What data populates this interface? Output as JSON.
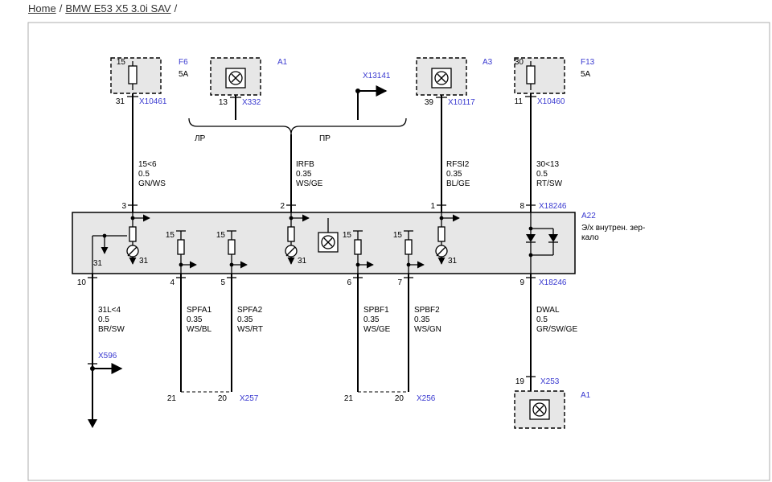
{
  "page": {
    "breadcrumb": {
      "items": [
        "Home",
        "BMW E53 X5 3.0i SAV"
      ],
      "separator": "/"
    }
  },
  "colors": {
    "link_blue": "#3a3ad0",
    "box_fill": "#e7e7e7",
    "wire": "#000000"
  },
  "diagram": {
    "f6": {
      "id": "F6",
      "terminal": "15",
      "rating": "5A",
      "pin": "31",
      "connector": "X10461"
    },
    "a1_top": {
      "id": "A1",
      "pin": "13",
      "connector": "X332"
    },
    "x13141": {
      "label": "X13141"
    },
    "variants": {
      "left": "Л̃Р",
      "right": "П̃Р"
    },
    "a3": {
      "id": "A3",
      "pin": "39",
      "connector": "X10117"
    },
    "f13": {
      "id": "F13",
      "terminal": "30",
      "rating": "5A",
      "pin": "11",
      "connector": "X10460"
    },
    "wires_top": [
      {
        "pin": "3",
        "label": "15<6",
        "gauge": "0.5",
        "color": "GN/WS"
      },
      {
        "pin": "2",
        "label": "IRFB",
        "gauge": "0.35",
        "color": "WS/GE"
      },
      {
        "pin": "1",
        "label": "RFSI2",
        "gauge": "0.35",
        "color": "BL/GE"
      },
      {
        "pin": "8",
        "label": "30<13",
        "gauge": "0.5",
        "color": "RT/SW"
      }
    ],
    "a22": {
      "id": "A22",
      "name_line1": "Э/х внутрен. зер-",
      "name_line2": "кало",
      "top_connector": "X18246",
      "bottom_connector": "X18246",
      "resistor_labels": [
        "15",
        "15",
        "15",
        "15"
      ],
      "ground_labels": [
        "31",
        "31",
        "31",
        "31"
      ]
    },
    "wires_bottom": [
      {
        "box_pin": "10",
        "label": "31L<4",
        "gauge": "0.5",
        "color": "BR/SW",
        "connector": "X596"
      },
      {
        "box_pin": "4",
        "label": "SPFA1",
        "gauge": "0.35",
        "color": "WS/BL",
        "end_pin": "21"
      },
      {
        "box_pin": "5",
        "label": "SPFA2",
        "gauge": "0.35",
        "color": "WS/RT",
        "end_pin": "20",
        "connector": "X257"
      },
      {
        "box_pin": "6",
        "label": "SPBF1",
        "gauge": "0.35",
        "color": "WS/GE",
        "end_pin": "21"
      },
      {
        "box_pin": "7",
        "label": "SPBF2",
        "gauge": "0.35",
        "color": "WS/GN",
        "end_pin": "20",
        "connector": "X256"
      },
      {
        "box_pin": "9",
        "label": "DWAL",
        "gauge": "0.5",
        "color": "GR/SW/GE",
        "end_pin": "19",
        "connector": "X253"
      }
    ],
    "a1_bottom": {
      "id": "A1"
    }
  }
}
